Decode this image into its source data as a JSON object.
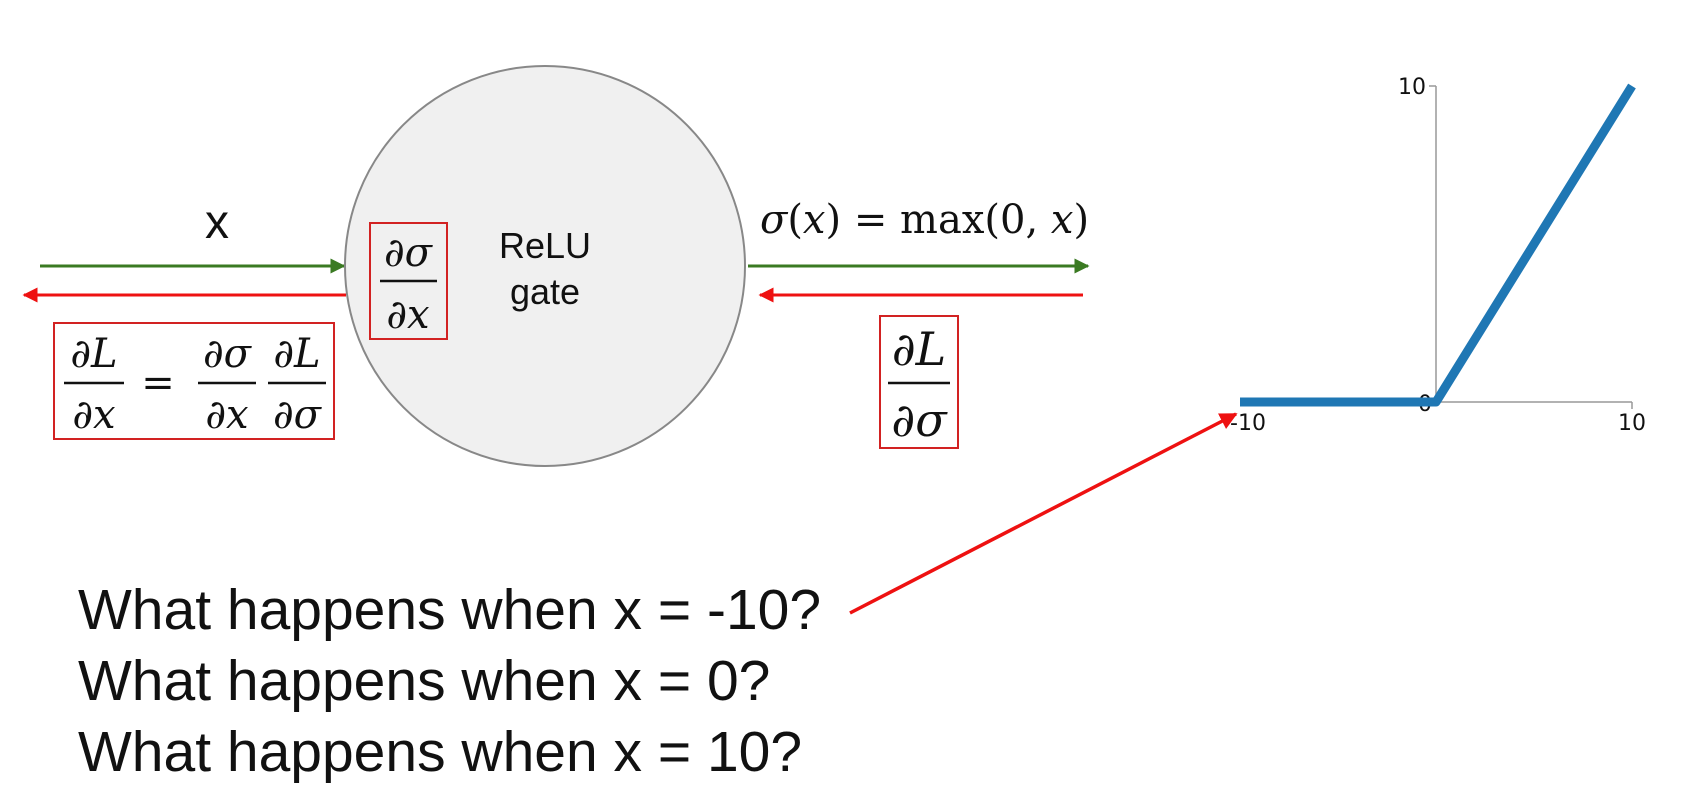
{
  "colors": {
    "forward": "#3a7a22",
    "backward": "#ee1111",
    "box": "#d22222",
    "gate_fill": "#f0f0f0",
    "gate_stroke": "#888888",
    "curve": "#1f77b4",
    "axis": "#999999",
    "text": "#111111"
  },
  "input_label": "x",
  "gate": {
    "line1": "ReLU",
    "line2": "gate"
  },
  "output_formula": {
    "sigma": "σ",
    "x_arg": "x",
    "equals": "=",
    "max": "max",
    "args_a": "(0, ",
    "args_b": "x",
    "args_c": ")"
  },
  "local_grad": {
    "numerator": "∂σ",
    "denominator": "∂x"
  },
  "upstream_grad": {
    "numerator": "∂L",
    "denominator": "∂σ"
  },
  "downstream_grad": {
    "lhs_num": "∂L",
    "lhs_den": "∂x",
    "equals": "=",
    "f1_num": "∂σ",
    "f1_den": "∂x",
    "f2_num": "∂L",
    "f2_den": "∂σ"
  },
  "questions": [
    "What happens when x = -10?",
    "What happens when x = 0?",
    "What happens when x = 10?"
  ],
  "chart_data": {
    "type": "line",
    "series": [
      {
        "x": [
          -10,
          0,
          10
        ],
        "y": [
          0,
          0,
          10
        ]
      }
    ],
    "xlim": [
      -10,
      10
    ],
    "ylim": [
      0,
      10
    ],
    "tick_labels": {
      "x_left": "-10",
      "x_right": "10",
      "y_top": "10",
      "origin": "0"
    },
    "grid": false
  }
}
